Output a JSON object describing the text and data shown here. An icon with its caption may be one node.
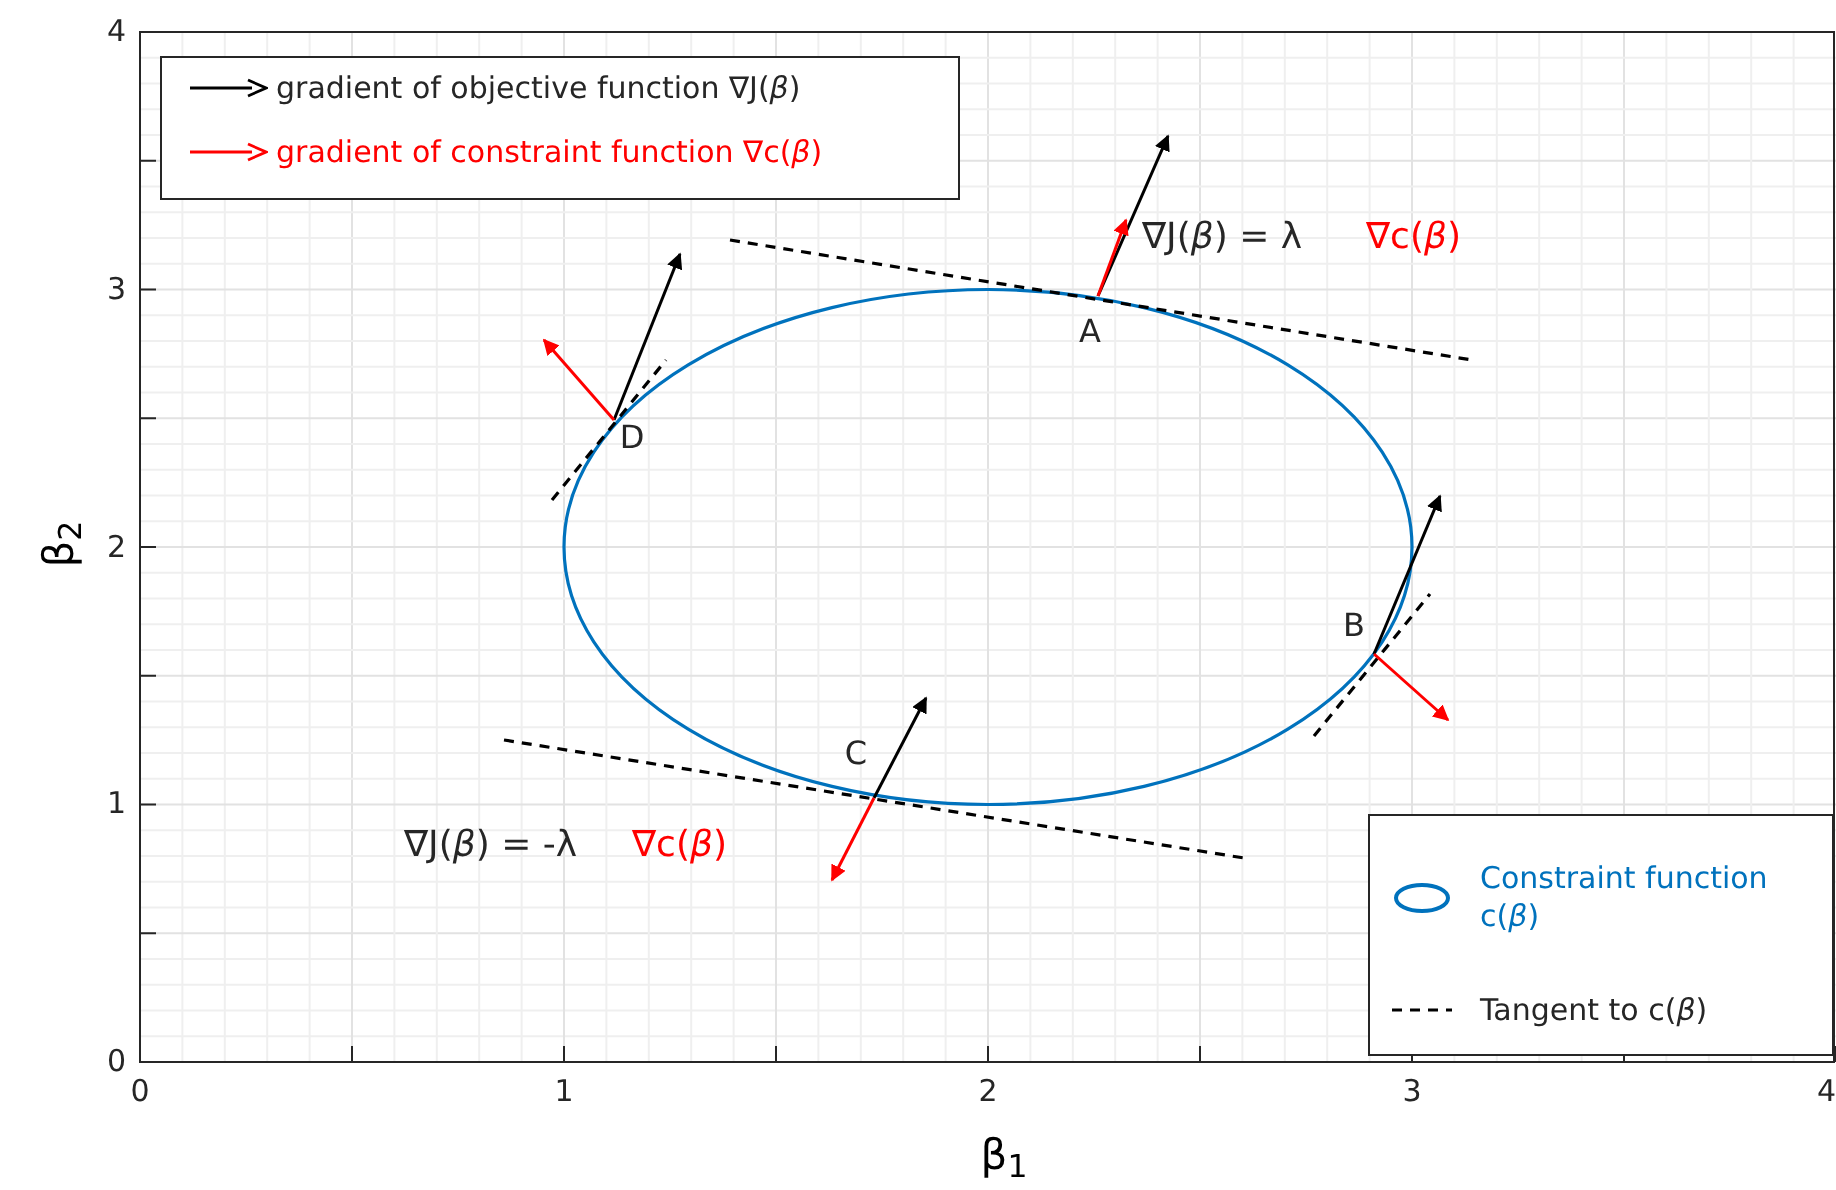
{
  "diagram": {
    "labels": [
      "4",
      "3",
      "2",
      "1",
      "0",
      "β$_{2}$",
      "∇J(*β*) = λ",
      "∇c(*β*)",
      "A",
      "D",
      "B",
      "C",
      "∇J(*β*) = -λ",
      "∇c(*β*)",
      "0",
      "1",
      "2",
      "3",
      "4",
      "β$_{1}$"
    ],
    "legend": [
      {
        "text": "gradient of objective function ∇J(*β*)"
      },
      {
        "text": "gradient of constraint function ∇c(*β*)"
      },
      {
        "text": "Constraint function c(*β*)"
      },
      {
        "text": "Tangent to c(*β*)"
      }
    ]
  }
}
